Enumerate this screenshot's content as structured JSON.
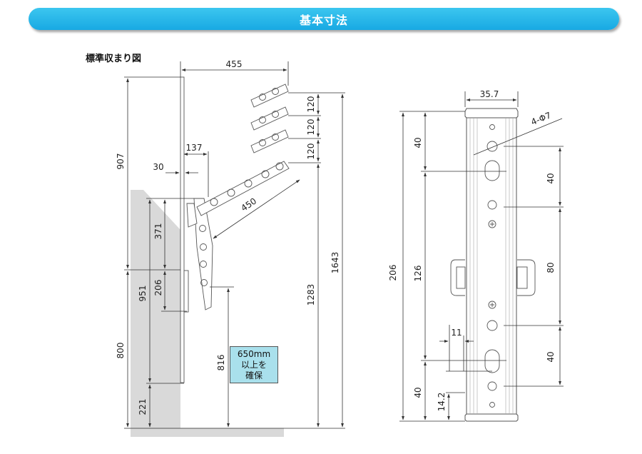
{
  "header": {
    "title": "基本寸法"
  },
  "side_view": {
    "title": "標準収まり図",
    "dims": {
      "w455": "455",
      "w137": "137",
      "w30": "30",
      "d450": "450",
      "h907": "907",
      "h800": "800",
      "h371": "371",
      "h951": "951",
      "h206": "206",
      "h221": "221",
      "h120a": "120",
      "h120b": "120",
      "h120c": "120",
      "h1643": "1643",
      "h1283": "1283",
      "h816": "816"
    },
    "note": {
      "line1": "650mm",
      "line2": "以上を",
      "line3": "確保"
    }
  },
  "bracket_view": {
    "dims": {
      "w35_7": "35.7",
      "hole": "4-Φ7",
      "h206": "206",
      "h40_top": "40",
      "h126": "126",
      "h40_bottom": "40",
      "h14_2": "14.2",
      "w11": "11",
      "r40_top": "40",
      "r80": "80",
      "r40_bottom": "40"
    }
  },
  "colors": {
    "banner": "#1eb0e6",
    "wall": "#d9d9d9",
    "note": "#a9e0ec"
  }
}
